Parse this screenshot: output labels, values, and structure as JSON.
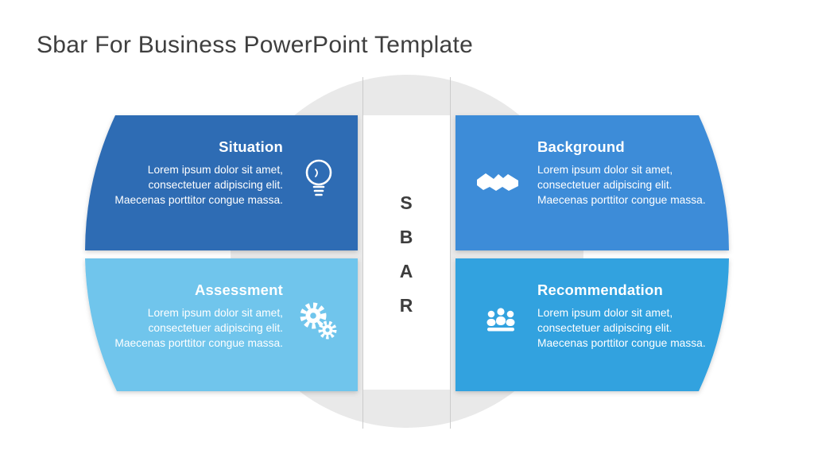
{
  "slide": {
    "title": "Sbar For Business PowerPoint Template",
    "background_color": "#FFFFFF"
  },
  "center": {
    "letters": [
      "S",
      "B",
      "A",
      "R"
    ],
    "circle_color": "#E9E9E9",
    "strip_color": "#FFFFFF",
    "line_color": "#CBCBCB",
    "letter_color": "#3D3D3D"
  },
  "quadrants": [
    {
      "id": "situation",
      "title": "Situation",
      "body": "Lorem ipsum dolor sit amet, consectetuer adipiscing elit. Maecenas porttitor congue massa.",
      "icon": "lightbulb-icon",
      "color": "#2E6CB4"
    },
    {
      "id": "background",
      "title": "Background",
      "body": "Lorem ipsum dolor sit amet, consectetuer adipiscing elit. Maecenas porttitor congue massa.",
      "icon": "handshake-icon",
      "color": "#3E8CD8"
    },
    {
      "id": "assessment",
      "title": "Assessment",
      "body": "Lorem ipsum dolor sit amet, consectetuer adipiscing elit. Maecenas porttitor congue massa.",
      "icon": "gears-icon",
      "color": "#70C5EC"
    },
    {
      "id": "recommendation",
      "title": "Recommendation",
      "body": "Lorem ipsum dolor sit amet, consectetuer adipiscing elit. Maecenas porttitor congue massa.",
      "icon": "meeting-icon",
      "color": "#33A2DF"
    }
  ]
}
